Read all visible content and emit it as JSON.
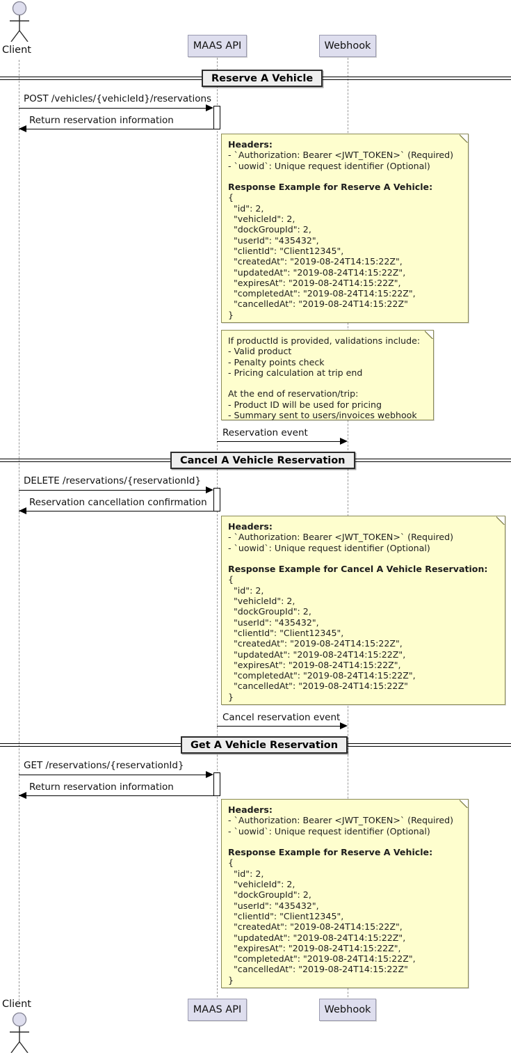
{
  "diagram": {
    "type": "sequence-diagram",
    "title": "MAAS API Vehicle Reservation Sequence",
    "colors": {
      "participant_fill": "#DEDEEE",
      "participant_border": "#9A9AB0",
      "note_fill": "#FEFECE",
      "note_border": "#8A8A56",
      "divider_fill": "#EEEEEE",
      "divider_border": "#2B2B2B",
      "lifeline": "#9A9A9A",
      "line": "#000000"
    }
  },
  "participants": {
    "client_top": "Client",
    "client_bottom": "Client",
    "maas_api_top": "MAAS API",
    "maas_api_bottom": "MAAS API",
    "webhook_top": "Webhook",
    "webhook_bottom": "Webhook"
  },
  "groups": [
    {
      "label": "Reserve A Vehicle"
    },
    {
      "label": "Cancel A Vehicle Reservation"
    },
    {
      "label": "Get A Vehicle Reservation"
    }
  ],
  "messages": {
    "m1": "POST /vehicles/{vehicleId}/reservations",
    "m2": "Return reservation information",
    "m3": "Reservation event",
    "m4": "DELETE /reservations/{reservationId}",
    "m5": "Reservation cancellation confirmation",
    "m6": "Cancel reservation event",
    "m7": "GET /reservations/{reservationId}",
    "m8": "Return reservation information"
  },
  "notes": {
    "reserve": {
      "headers_title": "Headers:",
      "header_auth": "- `Authorization: Bearer <JWT_TOKEN>` (Required)",
      "header_uowid": "- `uowid`: Unique request identifier (Optional)",
      "response_title": "Response Example for Reserve A Vehicle:",
      "json_open": "{",
      "json_id": "  \"id\": 2,",
      "json_vehicleId": "  \"vehicleId\": 2,",
      "json_dockGroupId": "  \"dockGroupId\": 2,",
      "json_userId": "  \"userId\": \"435432\",",
      "json_clientId": "  \"clientId\": \"Client12345\",",
      "json_createdAt": "  \"createdAt\": \"2019-08-24T14:15:22Z\",",
      "json_updatedAt": "  \"updatedAt\": \"2019-08-24T14:15:22Z\",",
      "json_expiresAt": "  \"expiresAt\": \"2019-08-24T14:15:22Z\",",
      "json_completedAt": "  \"completedAt\": \"2019-08-24T14:15:22Z\",",
      "json_cancelledAt": "  \"cancelledAt\": \"2019-08-24T14:15:22Z\"",
      "json_close": "}"
    },
    "validations": {
      "l1": "If productId is provided, validations include:",
      "l2": "- Valid product",
      "l3": "- Penalty points check",
      "l4": "- Pricing calculation at trip end",
      "l5": "At the end of reservation/trip:",
      "l6": "- Product ID will be used for pricing",
      "l7": "- Summary sent to users/invoices webhook"
    },
    "cancel": {
      "headers_title": "Headers:",
      "header_auth": "- `Authorization: Bearer <JWT_TOKEN>` (Required)",
      "header_uowid": "- `uowid`: Unique request identifier (Optional)",
      "response_title": "Response Example for Cancel A Vehicle Reservation:",
      "json_open": "{",
      "json_id": "  \"id\": 2,",
      "json_vehicleId": "  \"vehicleId\": 2,",
      "json_dockGroupId": "  \"dockGroupId\": 2,",
      "json_userId": "  \"userId\": \"435432\",",
      "json_clientId": "  \"clientId\": \"Client12345\",",
      "json_createdAt": "  \"createdAt\": \"2019-08-24T14:15:22Z\",",
      "json_updatedAt": "  \"updatedAt\": \"2019-08-24T14:15:22Z\",",
      "json_expiresAt": "  \"expiresAt\": \"2019-08-24T14:15:22Z\",",
      "json_completedAt": "  \"completedAt\": \"2019-08-24T14:15:22Z\",",
      "json_cancelledAt": "  \"cancelledAt\": \"2019-08-24T14:15:22Z\"",
      "json_close": "}"
    },
    "get": {
      "headers_title": "Headers:",
      "header_auth": "- `Authorization: Bearer <JWT_TOKEN>` (Required)",
      "header_uowid": "- `uowid`: Unique request identifier (Optional)",
      "response_title": "Response Example for Reserve A Vehicle:",
      "json_open": "{",
      "json_id": "  \"id\": 2,",
      "json_vehicleId": "  \"vehicleId\": 2,",
      "json_dockGroupId": "  \"dockGroupId\": 2,",
      "json_userId": "  \"userId\": \"435432\",",
      "json_clientId": "  \"clientId\": \"Client12345\",",
      "json_createdAt": "  \"createdAt\": \"2019-08-24T14:15:22Z\",",
      "json_updatedAt": "  \"updatedAt\": \"2019-08-24T14:15:22Z\",",
      "json_expiresAt": "  \"expiresAt\": \"2019-08-24T14:15:22Z\",",
      "json_completedAt": "  \"completedAt\": \"2019-08-24T14:15:22Z\",",
      "json_cancelledAt": "  \"cancelledAt\": \"2019-08-24T14:15:22Z\"",
      "json_close": "}"
    }
  }
}
